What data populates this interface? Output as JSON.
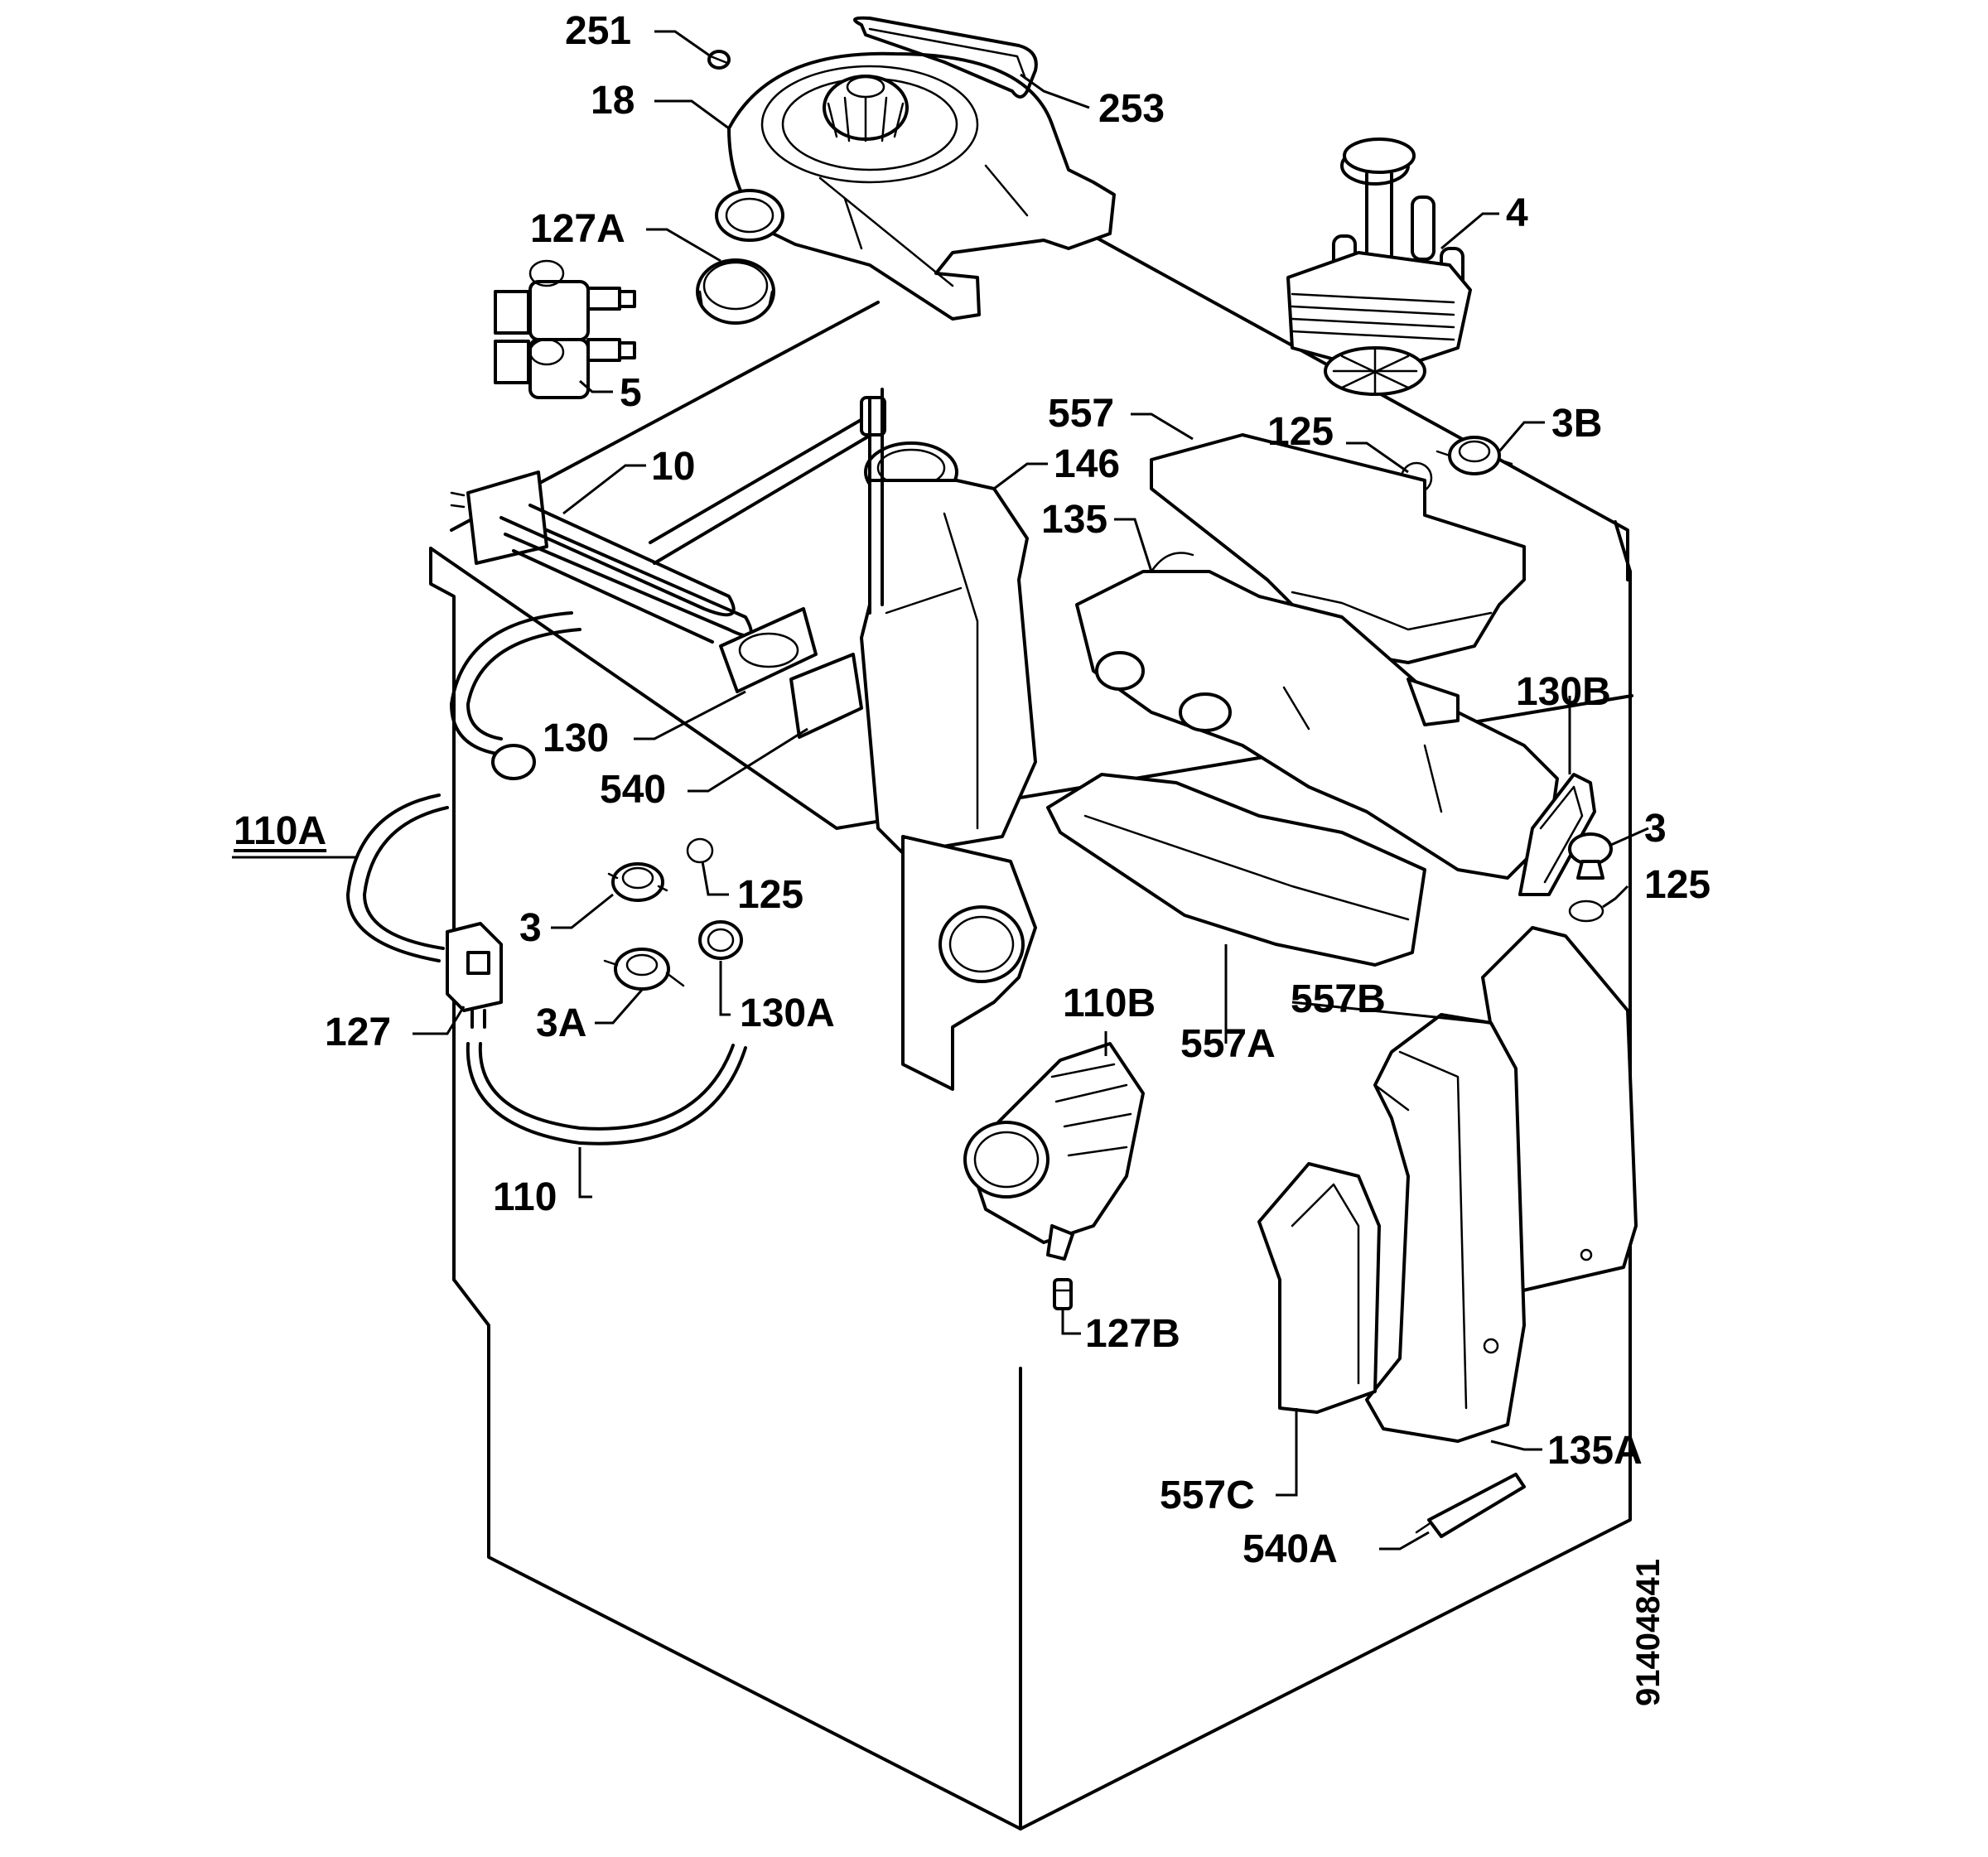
{
  "diagram": {
    "drawing_number": "91404841",
    "parts": [
      {
        "id": "p251",
        "label": "251"
      },
      {
        "id": "p18",
        "label": "18"
      },
      {
        "id": "p253",
        "label": "253"
      },
      {
        "id": "p127A",
        "label": "127A"
      },
      {
        "id": "p4",
        "label": "4"
      },
      {
        "id": "p5",
        "label": "5"
      },
      {
        "id": "p557",
        "label": "557"
      },
      {
        "id": "p125a",
        "label": "125"
      },
      {
        "id": "p3B",
        "label": "3B"
      },
      {
        "id": "p10",
        "label": "10"
      },
      {
        "id": "p146",
        "label": "146"
      },
      {
        "id": "p135",
        "label": "135"
      },
      {
        "id": "p130B",
        "label": "130B"
      },
      {
        "id": "p130",
        "label": "130"
      },
      {
        "id": "p540",
        "label": "540"
      },
      {
        "id": "p110A",
        "label": "110A",
        "underlined": true
      },
      {
        "id": "p3a",
        "label": "3"
      },
      {
        "id": "p125b",
        "label": "125"
      },
      {
        "id": "p125c",
        "label": "125"
      },
      {
        "id": "p3b",
        "label": "3"
      },
      {
        "id": "p127",
        "label": "127"
      },
      {
        "id": "p3A",
        "label": "3A"
      },
      {
        "id": "p130A",
        "label": "130A"
      },
      {
        "id": "p110B",
        "label": "110B"
      },
      {
        "id": "p557B",
        "label": "557B"
      },
      {
        "id": "p557A",
        "label": "557A"
      },
      {
        "id": "p110",
        "label": "110"
      },
      {
        "id": "p127B",
        "label": "127B"
      },
      {
        "id": "p135A",
        "label": "135A"
      },
      {
        "id": "p557C",
        "label": "557C"
      },
      {
        "id": "p540A",
        "label": "540A"
      }
    ]
  }
}
